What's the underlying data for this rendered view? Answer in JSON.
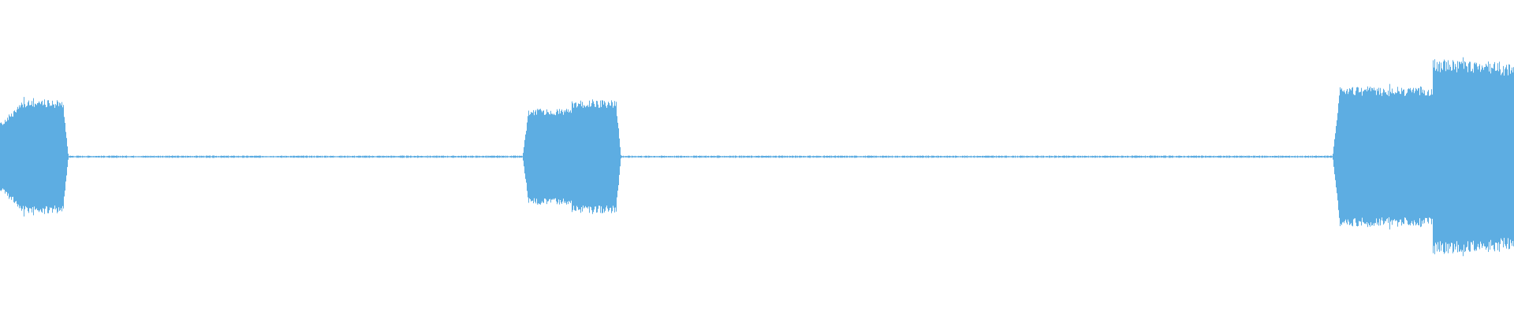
{
  "waveform": {
    "color": "#5dade2",
    "segments": [
      {
        "start": 0.0,
        "end": 0.045,
        "peak": 0.58,
        "shape": "swell"
      },
      {
        "start": 0.345,
        "end": 0.41,
        "peak": 0.58,
        "shape": "double"
      },
      {
        "start": 0.88,
        "end": 1.0,
        "peak": 1.0,
        "shape": "rise"
      }
    ],
    "silence_level": 0.008
  }
}
